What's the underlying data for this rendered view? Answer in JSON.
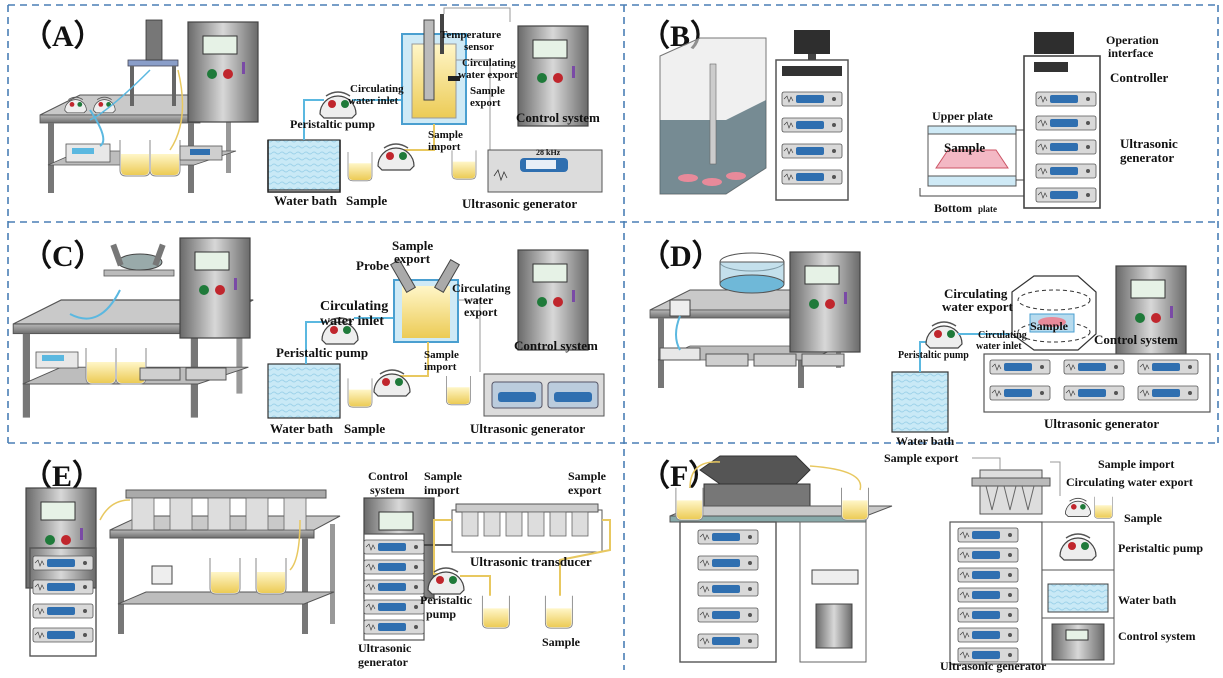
{
  "panels": {
    "A": {
      "letter": "（A）",
      "labels": {
        "temperature_sensor_1": "Temperature",
        "temperature_sensor_2": "sensor",
        "circ_inlet_1": "Circulating",
        "circ_inlet_2": "water inlet",
        "circ_export_1": "Circulating",
        "circ_export_2": "water export",
        "sample_export_1": "Sample",
        "sample_export_2": "export",
        "peristaltic_pump": "Peristaltic pump",
        "sample_import_1": "Sample",
        "sample_import_2": "import",
        "control_system": "Control system",
        "water_bath": "Water bath",
        "sample": "Sample",
        "ultrasonic_generator": "Ultrasonic generator",
        "freq": "28 kHz"
      }
    },
    "B": {
      "letter": "（B）",
      "labels": {
        "operation_1": "Operation",
        "operation_2": "interface",
        "controller": "Controller",
        "upper_plate": "Upper plate",
        "sample": "Sample",
        "ultrasonic_1": "Ultrasonic",
        "ultrasonic_2": "generator",
        "bottom_plate": "Bottom",
        "bottom_plate_sub": "plate"
      }
    },
    "C": {
      "letter": "（C）",
      "labels": {
        "sample_export_1": "Sample",
        "sample_export_2": "export",
        "probe": "Probe",
        "circ_export_1": "Circulating",
        "circ_export_2": "water",
        "circ_export_3": "export",
        "circ_inlet_1": "Circulating",
        "circ_inlet_2": "water inlet",
        "peristaltic_pump": "Peristaltic pump",
        "sample_import_1": "Sample",
        "sample_import_2": "import",
        "control_system": "Control system",
        "water_bath": "Water bath",
        "sample": "Sample",
        "ultrasonic_generator": "Ultrasonic generator"
      }
    },
    "D": {
      "letter": "（D）",
      "labels": {
        "circ_export_1": "Circulating",
        "circ_export_2": "water export",
        "circ_inlet_1": "Circulating",
        "circ_inlet_2": "water inlet",
        "sample": "Sample",
        "control_system": "Control system",
        "peristaltic_pump": "Peristaltic pump",
        "water_bath": "Water bath",
        "ultrasonic_generator": "Ultrasonic generator"
      }
    },
    "E": {
      "letter": "（E）",
      "labels": {
        "control_1": "Control",
        "control_2": "system",
        "sample_import_1": "Sample",
        "sample_import_2": "import",
        "sample_export_1": "Sample",
        "sample_export_2": "export",
        "ultrasonic_transducer": "Ultrasonic transducer",
        "peristaltic_1": "Peristaltic",
        "peristaltic_2": "pump",
        "ultrasonic_1": "Ultrasonic",
        "ultrasonic_2": "generator",
        "sample": "Sample"
      }
    },
    "F": {
      "letter": "（F）",
      "labels": {
        "sample_export": "Sample export",
        "sample_import": "Sample import",
        "circ_export": "Circulating water export",
        "sample": "Sample",
        "peristaltic_pump": "Peristaltic pump",
        "water_bath": "Water bath",
        "control_system": "Control system",
        "ultrasonic_generator": "Ultrasonic generator"
      }
    }
  },
  "colors": {
    "divider": "#4a7fb5",
    "water": "#bfe3f2",
    "sample": "#f3dc7a",
    "metal": "#8c8c8c",
    "dark": "#4a4a4a",
    "generator": "#2f6fb0",
    "line_blue": "#5bb8e0",
    "line_yellow": "#e8c860"
  }
}
